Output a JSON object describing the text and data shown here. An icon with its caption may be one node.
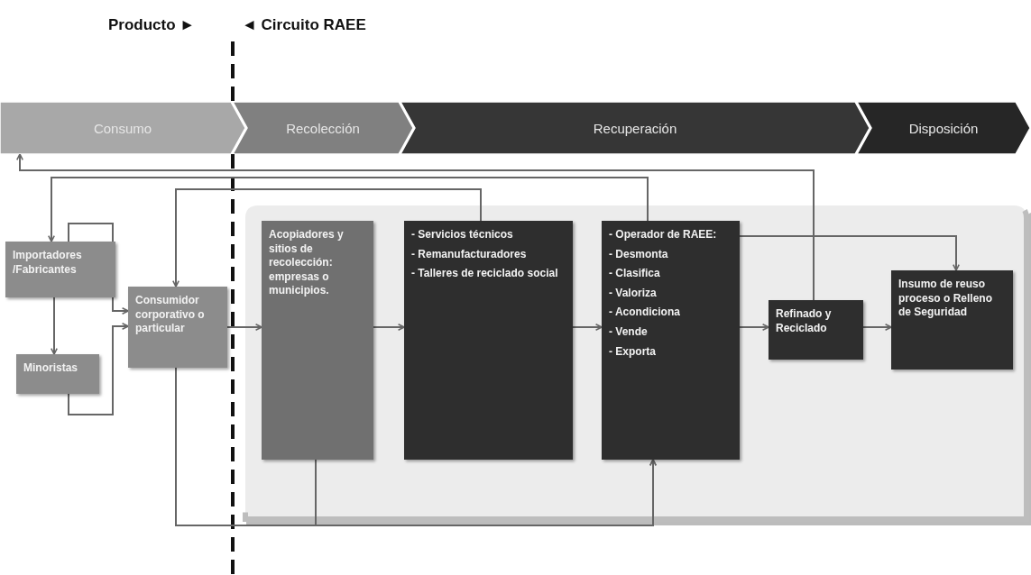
{
  "diagram": {
    "nodes": [
      {
        "text": [
          "Consumo"
        ]
      },
      {
        "text": [
          "Recolección"
        ]
      },
      {
        "text": [
          "Recuperación"
        ]
      },
      {
        "text": [
          "Disposición"
        ]
      },
      {
        "text": [],
        "shape": "box"
      },
      {
        "text": [
          "Importadores /Fabricantes"
        ]
      },
      {
        "text": [
          "Minoristas"
        ]
      },
      {
        "text": [
          "Consumidor corporativo o particular"
        ]
      },
      {
        "text": [
          "Acopiadores y sitios de recolección: empresas o municipios."
        ],
        "in": 4
      },
      {
        "text": [
          "- Servicios técnicos",
          "- Remanufacturadores",
          "- Talleres de reciclado social"
        ],
        "in": 4
      },
      {
        "text": [
          "- Operador de RAEE:",
          "- Desmonta",
          "- Clasifica",
          "- Valoriza",
          "- Acondiciona",
          "- Vende",
          "- Exporta"
        ],
        "in": 4
      },
      {
        "text": [
          "Refinado y Reciclado"
        ],
        "in": 4
      },
      {
        "text": [
          "Insumo de reuso proceso o Relleno de Seguridad"
        ],
        "in": 4
      }
    ],
    "edges": [
      {
        "from": 11,
        "to": 0,
        "arrow": "to"
      },
      {
        "from": 10,
        "to": 5,
        "arrow": "to"
      },
      {
        "from": 9,
        "to": 7,
        "arrow": "to"
      },
      {
        "from": 5,
        "to": 6,
        "arrow": "to"
      },
      {
        "from": 5,
        "to": 7,
        "arrow": "to"
      },
      {
        "from": 6,
        "to": 7,
        "arrow": "to"
      },
      {
        "from": 7,
        "to": 8,
        "arrow": "to"
      },
      {
        "from": 8,
        "to": 9,
        "arrow": "to"
      },
      {
        "from": 9,
        "to": 10,
        "arrow": "to"
      },
      {
        "from": 10,
        "to": 11,
        "arrow": "to"
      },
      {
        "from": 11,
        "to": 12,
        "arrow": "to"
      },
      {
        "from": 10,
        "to": 12,
        "arrow": "to"
      },
      {
        "from": 7,
        "to": 10,
        "arrow": "to"
      },
      {
        "from": 8,
        "to": 10,
        "arrow": "to"
      }
    ],
    "labels": [
      "Producto ►",
      "◄ Circuito RAEE"
    ]
  }
}
